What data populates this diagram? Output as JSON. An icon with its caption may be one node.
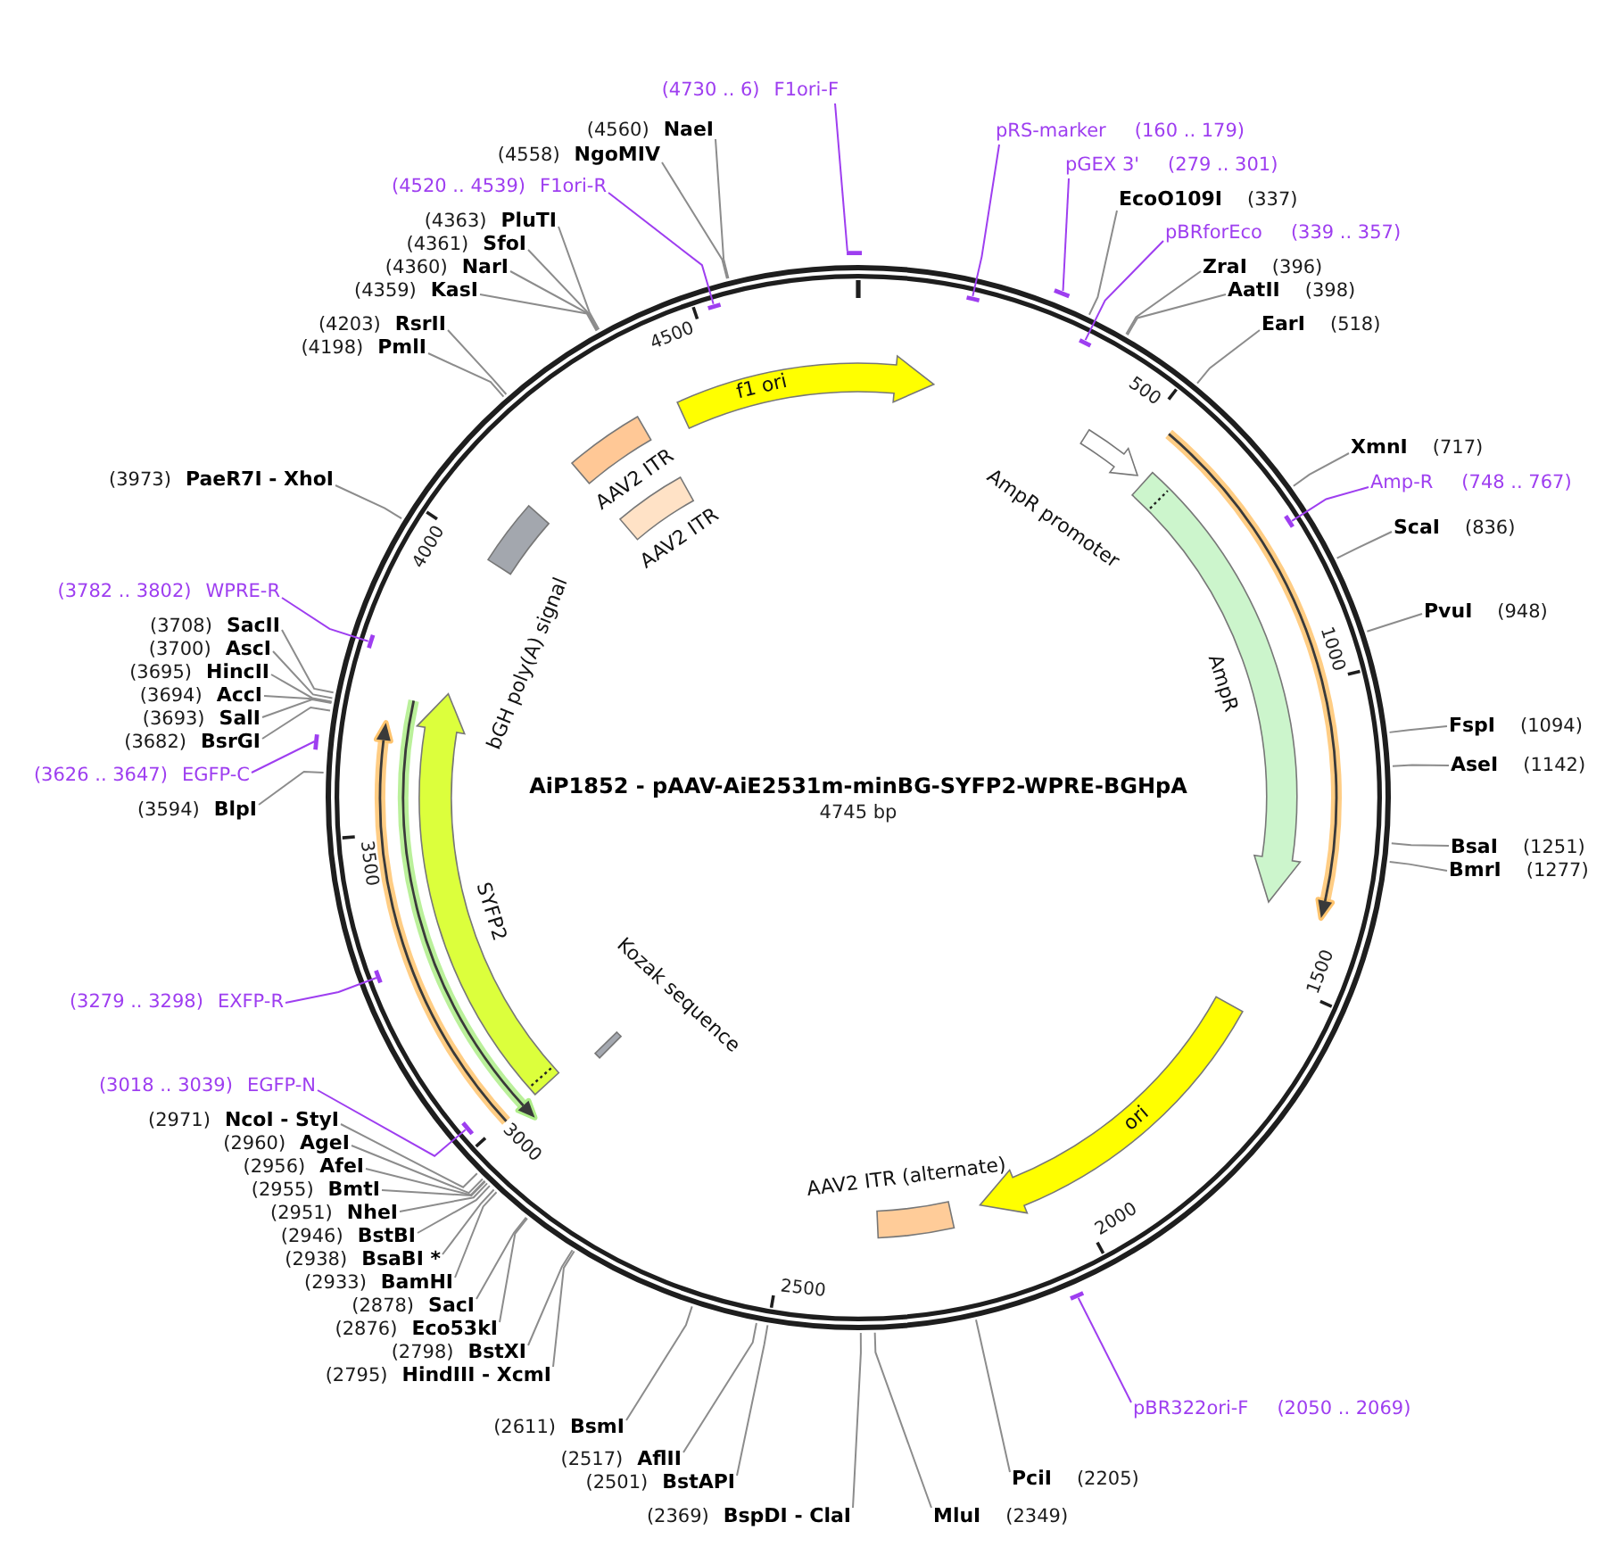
{
  "diagram": {
    "title": "AiP1852 - pAAV-AiE2531m-minBG-SYFP2-WPRE-BGHpA",
    "nodes": [
      {
        "text": [
          "f1 ori"
        ]
      },
      {
        "text": [
          "AmpR promoter"
        ]
      },
      {
        "text": [
          "AmpR"
        ]
      },
      {
        "text": [
          "ori"
        ]
      },
      {
        "text": [
          "AAV2 ITR (alternate)"
        ]
      },
      {
        "text": [
          "Kozak sequence"
        ]
      },
      {
        "text": [
          "SYFP2"
        ]
      },
      {
        "text": [
          "bGH poly(A) signal"
        ]
      },
      {
        "text": [
          "AAV2 ITR"
        ]
      },
      {
        "text": [
          "AAV2 ITR"
        ]
      },
      {
        "text": [
          "(4730 .. 6)",
          "F1ori-F"
        ]
      },
      {
        "text": [],
        "shape": "bar"
      },
      {
        "text": [
          "pRS-marker",
          "(160 .. 179)"
        ]
      },
      {
        "text": [],
        "shape": "bar"
      },
      {
        "text": [
          "pGEX 3'",
          "(279 .. 301)"
        ]
      },
      {
        "text": [],
        "shape": "bar"
      },
      {
        "text": [
          "EcoO109I",
          "(337)"
        ]
      },
      {
        "text": [
          "pBRforEco",
          "(339 .. 357)"
        ]
      },
      {
        "text": [],
        "shape": "bar"
      },
      {
        "text": [
          "ZraI",
          "(396)"
        ]
      },
      {
        "text": [
          "AatII",
          "(398)"
        ]
      },
      {
        "text": [
          "EarI",
          "(518)"
        ]
      },
      {
        "text": [
          "XmnI",
          "(717)"
        ]
      },
      {
        "text": [
          "Amp-R",
          "(748 .. 767)"
        ]
      },
      {
        "text": [],
        "shape": "bar"
      },
      {
        "text": [
          "ScaI",
          "(836)"
        ]
      },
      {
        "text": [
          "PvuI",
          "(948)"
        ]
      },
      {
        "text": [
          "FspI",
          "(1094)"
        ]
      },
      {
        "text": [
          "AseI",
          "(1142)"
        ]
      },
      {
        "text": [
          "BsaI",
          "(1251)"
        ]
      },
      {
        "text": [
          "BmrI",
          "(1277)"
        ]
      },
      {
        "text": [
          "pBR322ori-F",
          "(2050 .. 2069)"
        ]
      },
      {
        "text": [],
        "shape": "bar"
      },
      {
        "text": [
          "PciI",
          "(2205)"
        ]
      },
      {
        "text": [
          "MluI",
          "(2349)"
        ]
      },
      {
        "text": [
          "(2369)",
          "BspDI - ClaI"
        ]
      },
      {
        "text": [
          "(2501)",
          "BstAPI"
        ]
      },
      {
        "text": [
          "(2517)",
          "AflII"
        ]
      },
      {
        "text": [
          "(2611)",
          "BsmI"
        ]
      },
      {
        "text": [
          "(2795)",
          "HindIII - XcmI"
        ]
      },
      {
        "text": [
          "(2798)",
          "BstXI"
        ]
      },
      {
        "text": [
          "(2876)",
          "Eco53kI"
        ]
      },
      {
        "text": [
          "(2878)",
          "SacI"
        ]
      },
      {
        "text": [
          "(2933)",
          "BamHI"
        ]
      },
      {
        "text": [
          "(2938)",
          "BsaBI *"
        ]
      },
      {
        "text": [
          "(2946)",
          "BstBI"
        ]
      },
      {
        "text": [
          "(2951)",
          "NheI"
        ]
      },
      {
        "text": [
          "(2955)",
          "BmtI"
        ]
      },
      {
        "text": [
          "(2956)",
          "AfeI"
        ]
      },
      {
        "text": [
          "(2960)",
          "AgeI"
        ]
      },
      {
        "text": [
          "(2971)",
          "NcoI - StyI"
        ]
      },
      {
        "text": [
          "(3018 .. 3039)",
          "EGFP-N"
        ]
      },
      {
        "text": [],
        "shape": "bar"
      },
      {
        "text": [
          "(3279 .. 3298)",
          "EXFP-R"
        ]
      },
      {
        "text": [],
        "shape": "bar"
      },
      {
        "text": [
          "(3594)",
          "BlpI"
        ]
      },
      {
        "text": [
          "(3626 .. 3647)",
          "EGFP-C"
        ]
      },
      {
        "text": [],
        "shape": "bar"
      },
      {
        "text": [
          "(3682)",
          "BsrGI"
        ]
      },
      {
        "text": [
          "(3693)",
          "SalI"
        ]
      },
      {
        "text": [
          "(3694)",
          "AccI"
        ]
      },
      {
        "text": [
          "(3695)",
          "HincII"
        ]
      },
      {
        "text": [
          "(3700)",
          "AscI"
        ]
      },
      {
        "text": [
          "(3708)",
          "SacII"
        ]
      },
      {
        "text": [
          "(3782 .. 3802)",
          "WPRE-R"
        ]
      },
      {
        "text": [],
        "shape": "bar"
      },
      {
        "text": [
          "(3973)",
          "PaeR7I - XhoI"
        ]
      },
      {
        "text": [
          "(4198)",
          "PmlI"
        ]
      },
      {
        "text": [
          "(4203)",
          "RsrII"
        ]
      },
      {
        "text": [
          "(4359)",
          "KasI"
        ]
      },
      {
        "text": [
          "(4360)",
          "NarI"
        ]
      },
      {
        "text": [
          "(4361)",
          "SfoI"
        ]
      },
      {
        "text": [
          "(4363)",
          "PluTI"
        ]
      },
      {
        "text": [
          "(4520 .. 4539)",
          "F1ori-R"
        ]
      },
      {
        "text": [],
        "shape": "bar"
      },
      {
        "text": [
          "(4558)",
          "NgoMIV"
        ]
      },
      {
        "text": [
          "(4560)",
          "NaeI"
        ]
      }
    ],
    "edges": [
      {
        "from": 10,
        "to": 11,
        "arrow": "none",
        "color": "#9e3ef0"
      },
      {
        "from": 12,
        "to": 13,
        "arrow": "none",
        "color": "#9e3ef0"
      },
      {
        "from": 14,
        "to": 15,
        "arrow": "none",
        "color": "#9e3ef0"
      },
      {
        "from": 16,
        "to": null,
        "arrow": "none"
      },
      {
        "from": 17,
        "to": 18,
        "arrow": "none",
        "color": "#9e3ef0"
      },
      {
        "from": 19,
        "to": null,
        "arrow": "none"
      },
      {
        "from": 20,
        "to": null,
        "arrow": "none"
      },
      {
        "from": 21,
        "to": null,
        "arrow": "none"
      },
      {
        "from": 22,
        "to": null,
        "arrow": "none"
      },
      {
        "from": 23,
        "to": 24,
        "arrow": "none",
        "color": "#9e3ef0"
      },
      {
        "from": 25,
        "to": null,
        "arrow": "none"
      },
      {
        "from": 26,
        "to": null,
        "arrow": "none"
      },
      {
        "from": 27,
        "to": null,
        "arrow": "none"
      },
      {
        "from": 28,
        "to": null,
        "arrow": "none"
      },
      {
        "from": 29,
        "to": null,
        "arrow": "none"
      },
      {
        "from": 30,
        "to": null,
        "arrow": "none"
      },
      {
        "from": 31,
        "to": 32,
        "arrow": "none",
        "color": "#9e3ef0"
      },
      {
        "from": 33,
        "to": null,
        "arrow": "none"
      },
      {
        "from": 34,
        "to": null,
        "arrow": "none"
      },
      {
        "from": 35,
        "to": null,
        "arrow": "none"
      },
      {
        "from": 36,
        "to": null,
        "arrow": "none"
      },
      {
        "from": 37,
        "to": null,
        "arrow": "none"
      },
      {
        "from": 38,
        "to": null,
        "arrow": "none"
      },
      {
        "from": 39,
        "to": null,
        "arrow": "none"
      },
      {
        "from": 40,
        "to": null,
        "arrow": "none"
      },
      {
        "from": 41,
        "to": null,
        "arrow": "none"
      },
      {
        "from": 42,
        "to": null,
        "arrow": "none"
      },
      {
        "from": 43,
        "to": null,
        "arrow": "none"
      },
      {
        "from": 44,
        "to": null,
        "arrow": "none"
      },
      {
        "from": 45,
        "to": null,
        "arrow": "none"
      },
      {
        "from": 46,
        "to": null,
        "arrow": "none"
      },
      {
        "from": 47,
        "to": null,
        "arrow": "none"
      },
      {
        "from": 48,
        "to": null,
        "arrow": "none"
      },
      {
        "from": 49,
        "to": null,
        "arrow": "none"
      },
      {
        "from": 50,
        "to": null,
        "arrow": "none"
      },
      {
        "from": 51,
        "to": 52,
        "arrow": "none",
        "color": "#9e3ef0"
      },
      {
        "from": 53,
        "to": 54,
        "arrow": "none",
        "color": "#9e3ef0"
      },
      {
        "from": 55,
        "to": null,
        "arrow": "none"
      },
      {
        "from": 56,
        "to": 57,
        "arrow": "none",
        "color": "#9e3ef0"
      },
      {
        "from": 58,
        "to": null,
        "arrow": "none"
      },
      {
        "from": 59,
        "to": null,
        "arrow": "none"
      },
      {
        "from": 60,
        "to": null,
        "arrow": "none"
      },
      {
        "from": 61,
        "to": null,
        "arrow": "none"
      },
      {
        "from": 62,
        "to": null,
        "arrow": "none"
      },
      {
        "from": 63,
        "to": null,
        "arrow": "none"
      },
      {
        "from": 64,
        "to": 65,
        "arrow": "none",
        "color": "#9e3ef0"
      },
      {
        "from": 66,
        "to": null,
        "arrow": "none"
      },
      {
        "from": 67,
        "to": null,
        "arrow": "none"
      },
      {
        "from": 68,
        "to": null,
        "arrow": "none"
      },
      {
        "from": 69,
        "to": null,
        "arrow": "none"
      },
      {
        "from": 70,
        "to": null,
        "arrow": "none"
      },
      {
        "from": 71,
        "to": null,
        "arrow": "none"
      },
      {
        "from": 72,
        "to": null,
        "arrow": "none"
      },
      {
        "from": 73,
        "to": 74,
        "arrow": "none",
        "color": "#9e3ef0"
      },
      {
        "from": 75,
        "to": null,
        "arrow": "none"
      },
      {
        "from": 76,
        "to": null,
        "arrow": "none"
      }
    ],
    "labels": [
      "4745 bp",
      "500",
      "1000",
      "1500",
      "2000",
      "2500",
      "3000",
      "3500",
      "4000",
      "4500"
    ]
  }
}
